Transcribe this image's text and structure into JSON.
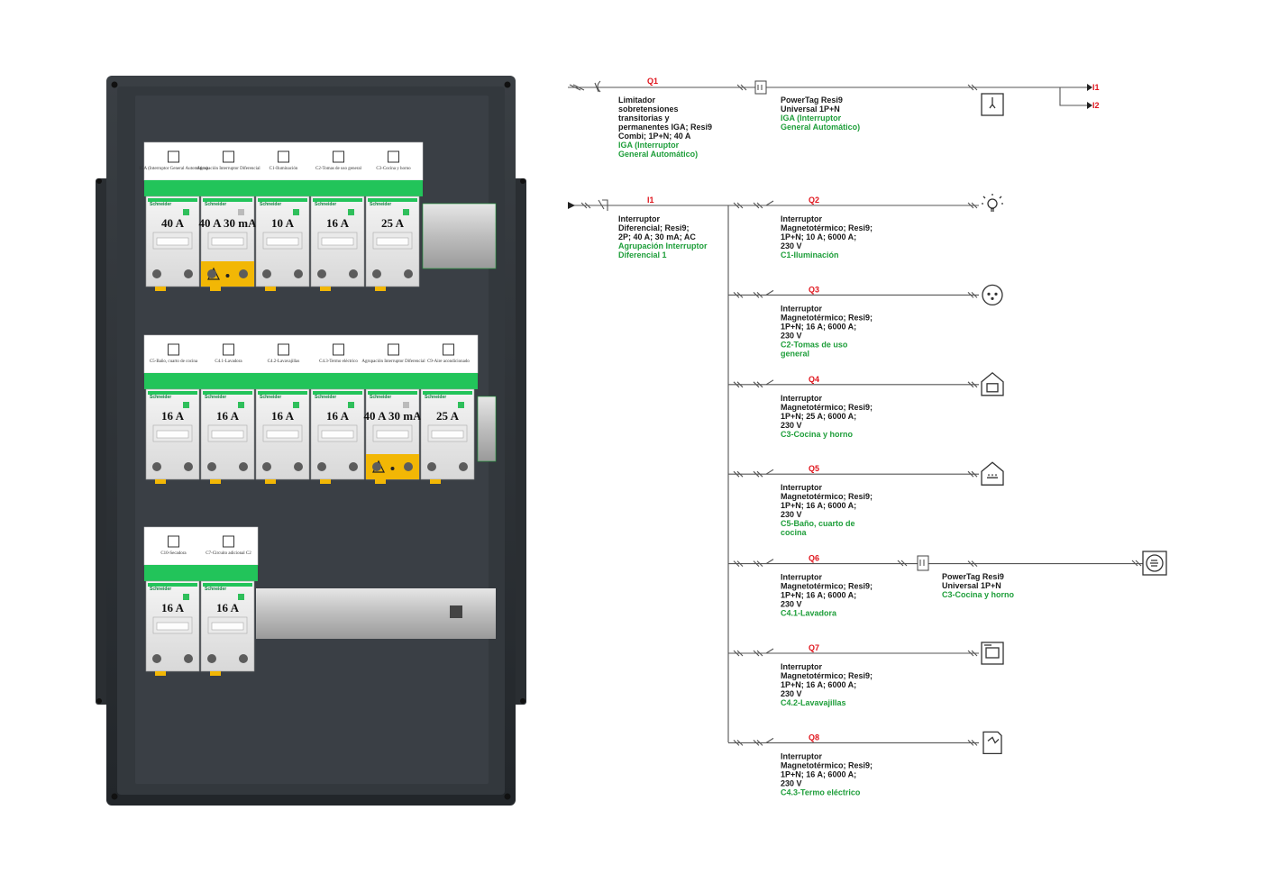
{
  "panel": {
    "row1": {
      "labels": [
        "IGA (Interruptor General Automático)",
        "Agrupación Interruptor Diferencial",
        "C1-Iluminación",
        "C2-Tomas de uso general",
        "C3-Cocina y horno"
      ],
      "ratings": [
        "40 A",
        "40 A 30 mA",
        "10 A",
        "16 A",
        "25 A"
      ]
    },
    "row2": {
      "labels": [
        "C5-Baño, cuarto de cocina",
        "C4.1-Lavadora",
        "C4.2-Lavavajillas",
        "C4.3-Termo eléctrico",
        "Agrupación Interruptor Diferencial",
        "C9-Aire acondicionado"
      ],
      "ratings": [
        "16 A",
        "16 A",
        "16 A",
        "16 A",
        "40 A 30 mA",
        "25 A"
      ]
    },
    "row3": {
      "labels": [
        "C10-Secadora",
        "C7-Circuito adicional C2"
      ],
      "ratings": [
        "16 A",
        "16 A"
      ]
    },
    "brand": "Schneider"
  },
  "schematic": {
    "main": {
      "q1_tag": "Q1",
      "q1_lines": [
        "Limitador",
        "sobretensiones",
        "transitorias y",
        "permanentes IGA; Resi9",
        "Combi; 1P+N; 40 A"
      ],
      "q1_green": [
        "IGA (Interruptor",
        "General Automático)"
      ],
      "powertag_lines": [
        "PowerTag Resi9",
        "Universal 1P+N"
      ],
      "powertag_green": [
        "IGA (Interruptor",
        "General Automático)"
      ],
      "out1": "I1",
      "out2": "I2"
    },
    "diff": {
      "tag": "I1",
      "lines": [
        "Interruptor",
        "Diferencial; Resi9;",
        "2P; 40 A; 30 mA; AC"
      ],
      "green": [
        "Agrupación Interruptor",
        "Diferencial 1"
      ]
    },
    "circuits": [
      {
        "tag": "Q2",
        "icon": "bulb-icon",
        "lines": [
          "Interruptor",
          "Magnetotérmico; Resi9;",
          "1P+N; 10 A; 6000 A;",
          "230 V"
        ],
        "green": [
          "C1-Iluminación"
        ]
      },
      {
        "tag": "Q3",
        "icon": "socket-icon",
        "lines": [
          "Interruptor",
          "Magnetotérmico; Resi9;",
          "1P+N; 16 A; 6000 A;",
          "230 V"
        ],
        "green": [
          "C2-Tomas de uso",
          "general"
        ]
      },
      {
        "tag": "Q4",
        "icon": "oven-icon",
        "lines": [
          "Interruptor",
          "Magnetotérmico; Resi9;",
          "1P+N; 25 A; 6000 A;",
          "230 V"
        ],
        "green": [
          "C3-Cocina y horno"
        ]
      },
      {
        "tag": "Q5",
        "icon": "bath-icon",
        "lines": [
          "Interruptor",
          "Magnetotérmico; Resi9;",
          "1P+N; 16 A; 6000 A;",
          "230 V"
        ],
        "green": [
          "C5-Baño, cuarto de",
          "cocina"
        ]
      },
      {
        "tag": "Q6",
        "icon": "washer-icon",
        "lines": [
          "Interruptor",
          "Magnetotérmico; Resi9;",
          "1P+N; 16 A; 6000 A;",
          "230 V"
        ],
        "green": [
          "C4.1-Lavadora"
        ]
      },
      {
        "tag": "Q7",
        "icon": "dishwasher-icon",
        "lines": [
          "Interruptor",
          "Magnetotérmico; Resi9;",
          "1P+N; 16 A; 6000 A;",
          "230 V"
        ],
        "green": [
          "C4.2-Lavavajillas"
        ]
      },
      {
        "tag": "Q8",
        "icon": "water-heater-icon",
        "lines": [
          "Interruptor",
          "Magnetotérmico; Resi9;",
          "1P+N; 16 A; 6000 A;",
          "230 V"
        ],
        "green": [
          "C4.3-Termo eléctrico"
        ]
      }
    ],
    "q6_powertag": {
      "lines": [
        "PowerTag Resi9",
        "Universal 1P+N"
      ],
      "green": [
        "C3-Cocina y horno"
      ]
    }
  },
  "colors": {
    "label_green": "#1e9e3a",
    "tag_red": "#e0141c",
    "rcd_yellow": "#f2b705",
    "enclosure": "#2b2f33",
    "label_band": "#22c45a"
  }
}
